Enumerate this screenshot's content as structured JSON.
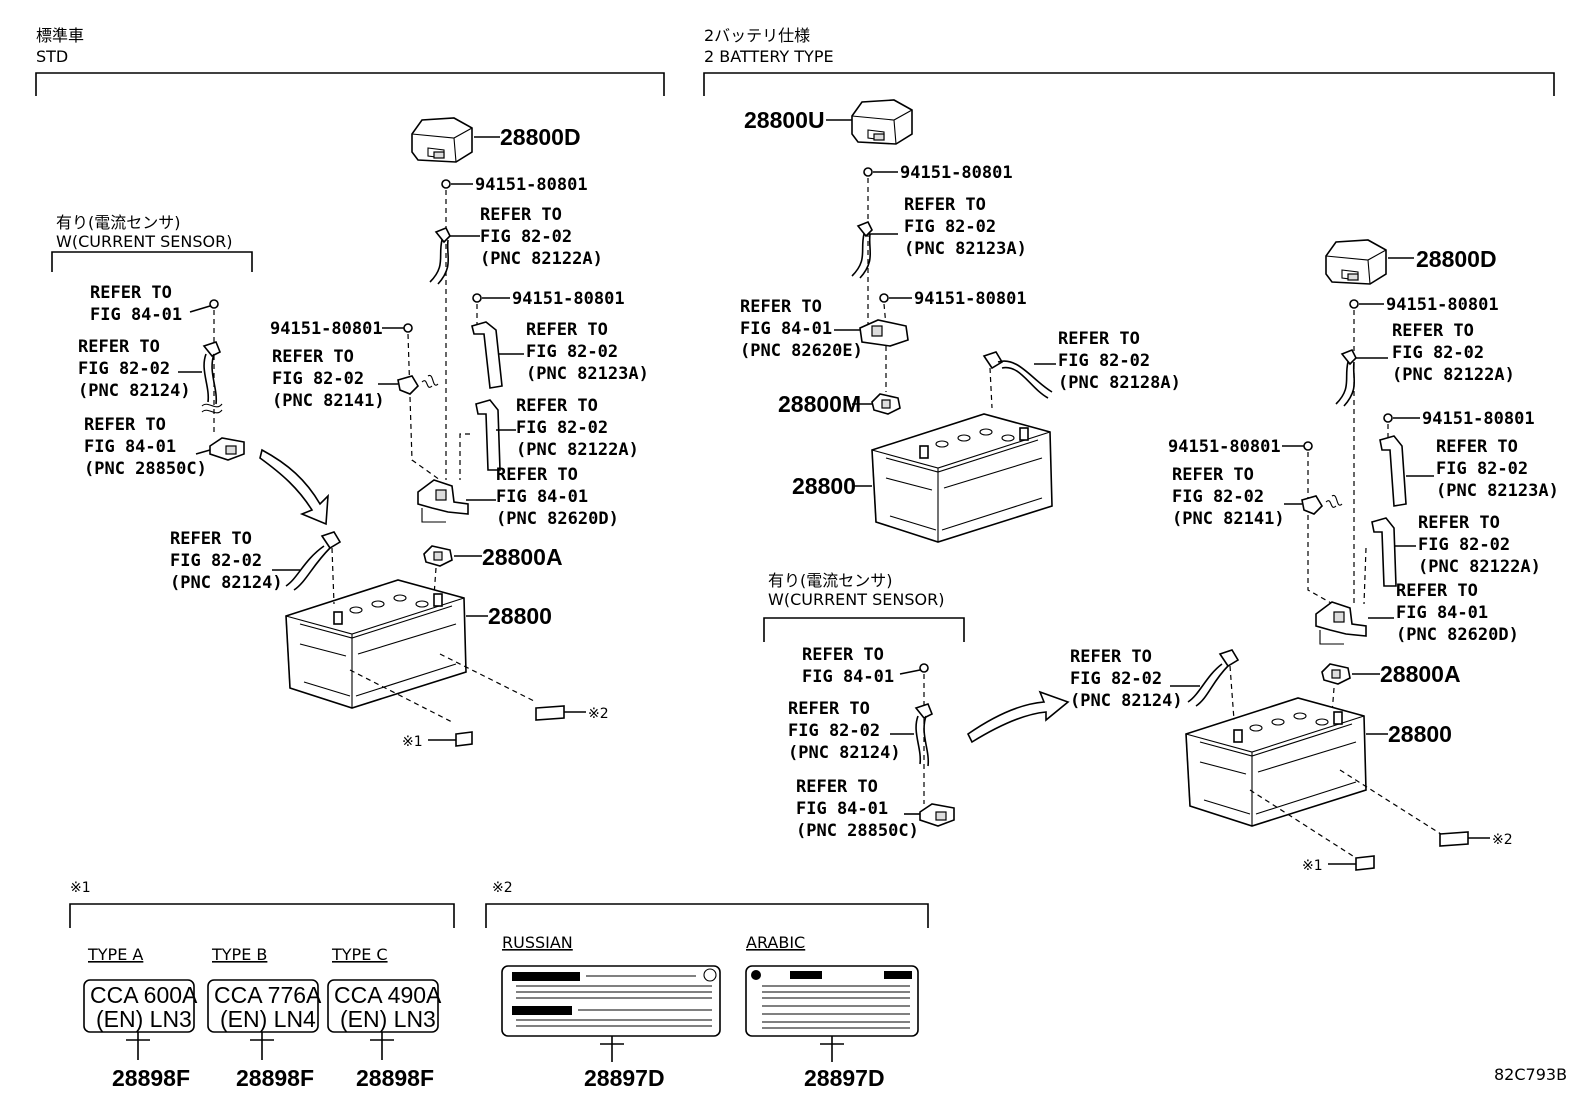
{
  "sections": {
    "std": {
      "title_jp": "標準車",
      "title_en": "STD"
    },
    "two_battery": {
      "title_jp": "2バッテリ仕様",
      "title_en": "2 BATTERY TYPE"
    }
  },
  "current_sensor_note": {
    "jp": "有り(電流センサ)",
    "en": "W(CURRENT SENSOR)"
  },
  "refer": {
    "refer_to": "REFER TO",
    "fig_82_02": "FIG 82-02",
    "fig_84_01": "FIG 84-01",
    "pnc_82122A": "(PNC 82122A)",
    "pnc_82123A": "(PNC 82123A)",
    "pnc_82124": "(PNC 82124)",
    "pnc_82141": "(PNC 82141)",
    "pnc_82620D": "(PNC 82620D)",
    "pnc_82620E": "(PNC 82620E)",
    "pnc_82128A": "(PNC 82128A)",
    "pnc_28850C": "(PNC 28850C)"
  },
  "parts": {
    "p28800D": "28800D",
    "p28800U": "28800U",
    "p28800A": "28800A",
    "p28800M": "28800M",
    "p28800": "28800",
    "bolt": "94151-80801",
    "p28898F": "28898F",
    "p28897D": "28897D"
  },
  "markers": {
    "m1": "※1",
    "m2": "※2"
  },
  "labels_legend": {
    "types": [
      {
        "name": "TYPE A",
        "line1": "CCA 600A",
        "line2": "(EN) LN3"
      },
      {
        "name": "TYPE B",
        "line1": "CCA 776A",
        "line2": "(EN) LN4"
      },
      {
        "name": "TYPE C",
        "line1": "CCA 490A",
        "line2": "(EN) LN3"
      }
    ],
    "russian": "RUSSIAN",
    "arabic": "ARABIC"
  },
  "figure_code": "82C793B"
}
